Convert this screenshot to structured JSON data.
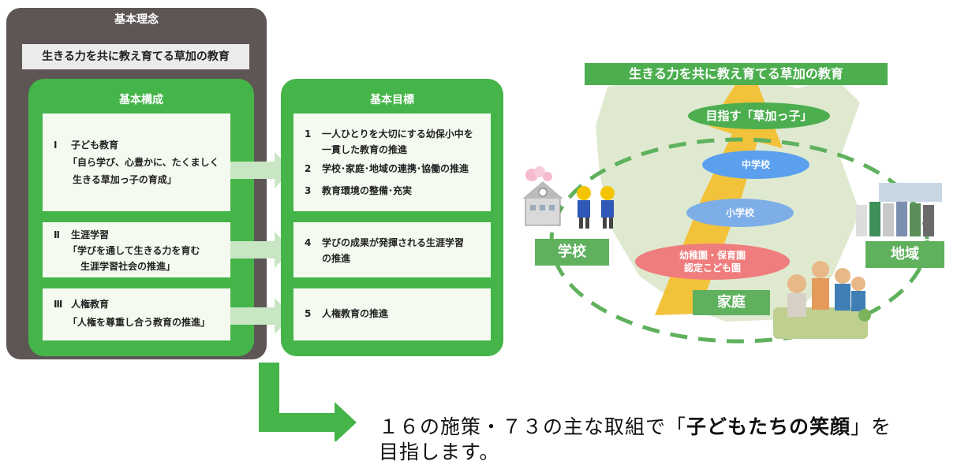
{
  "left_panel": {
    "title": "基本理念",
    "motto": "生きる力を共に教え育てる草加の教育",
    "structure": {
      "title": "基本構成",
      "sections": [
        {
          "num": "Ⅰ",
          "heading": "子ども教育",
          "lines": [
            "「自ら学び、心豊かに、たくましく",
            "生きる草加っ子の育成」"
          ]
        },
        {
          "num": "Ⅱ",
          "heading": "生涯学習",
          "lines": [
            "「学びを通して生きる力を育む",
            "生涯学習社会の推進」"
          ]
        },
        {
          "num": "Ⅲ",
          "heading": "人権教育",
          "lines": [
            "「人権を尊重し合う教育の推進」"
          ]
        }
      ]
    },
    "goals": {
      "title": "基本目標",
      "items": [
        {
          "num": "1",
          "text": "一人ひとりを大切にする幼保小中を",
          "text2": "一貫した教育の推進"
        },
        {
          "num": "2",
          "text": "学校･家庭･地域の連携･協働の推進"
        },
        {
          "num": "3",
          "text": "教育環境の整備･充実"
        },
        {
          "num": "4",
          "text": "学びの成果が発揮される生涯学習",
          "text2": "の推進"
        },
        {
          "num": "5",
          "text": "人権教育の推進"
        }
      ]
    }
  },
  "right_diagram": {
    "title": "生きる力を共に教え育てる草加の教育",
    "aim": "目指す「草加っ子」",
    "junior_high": "中学校",
    "elementary": "小学校",
    "preschool_line1": "幼稚園・保育園",
    "preschool_line2": "認定こども園",
    "school": "学校",
    "community": "地域",
    "home": "家庭",
    "colors": {
      "green": "#4cae4f",
      "blue": "#5aa0ee",
      "pink": "#f07d7d",
      "arrow": "#f3c23b"
    }
  },
  "bottom": {
    "text_pre": "１６の施策・７３の主な取組で「",
    "text_bold": "子どもたちの笑顔",
    "text_post": "」を",
    "line2": "目指します。"
  }
}
